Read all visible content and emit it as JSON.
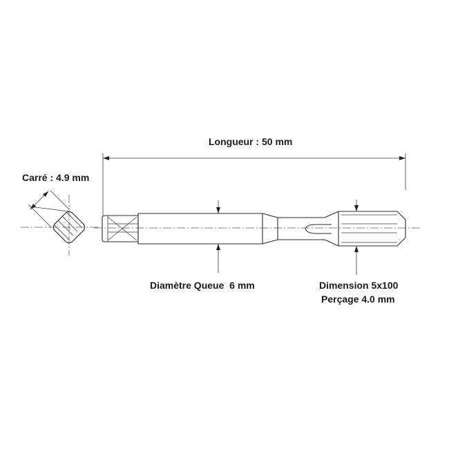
{
  "labels": {
    "length": "Longueur : 50 mm",
    "square": "Carré : 4.9 mm",
    "shank": "Diamètre Queue  6 mm",
    "dimension": "Dimension 5x100",
    "drill": "Perçage 4.0 mm"
  }
}
